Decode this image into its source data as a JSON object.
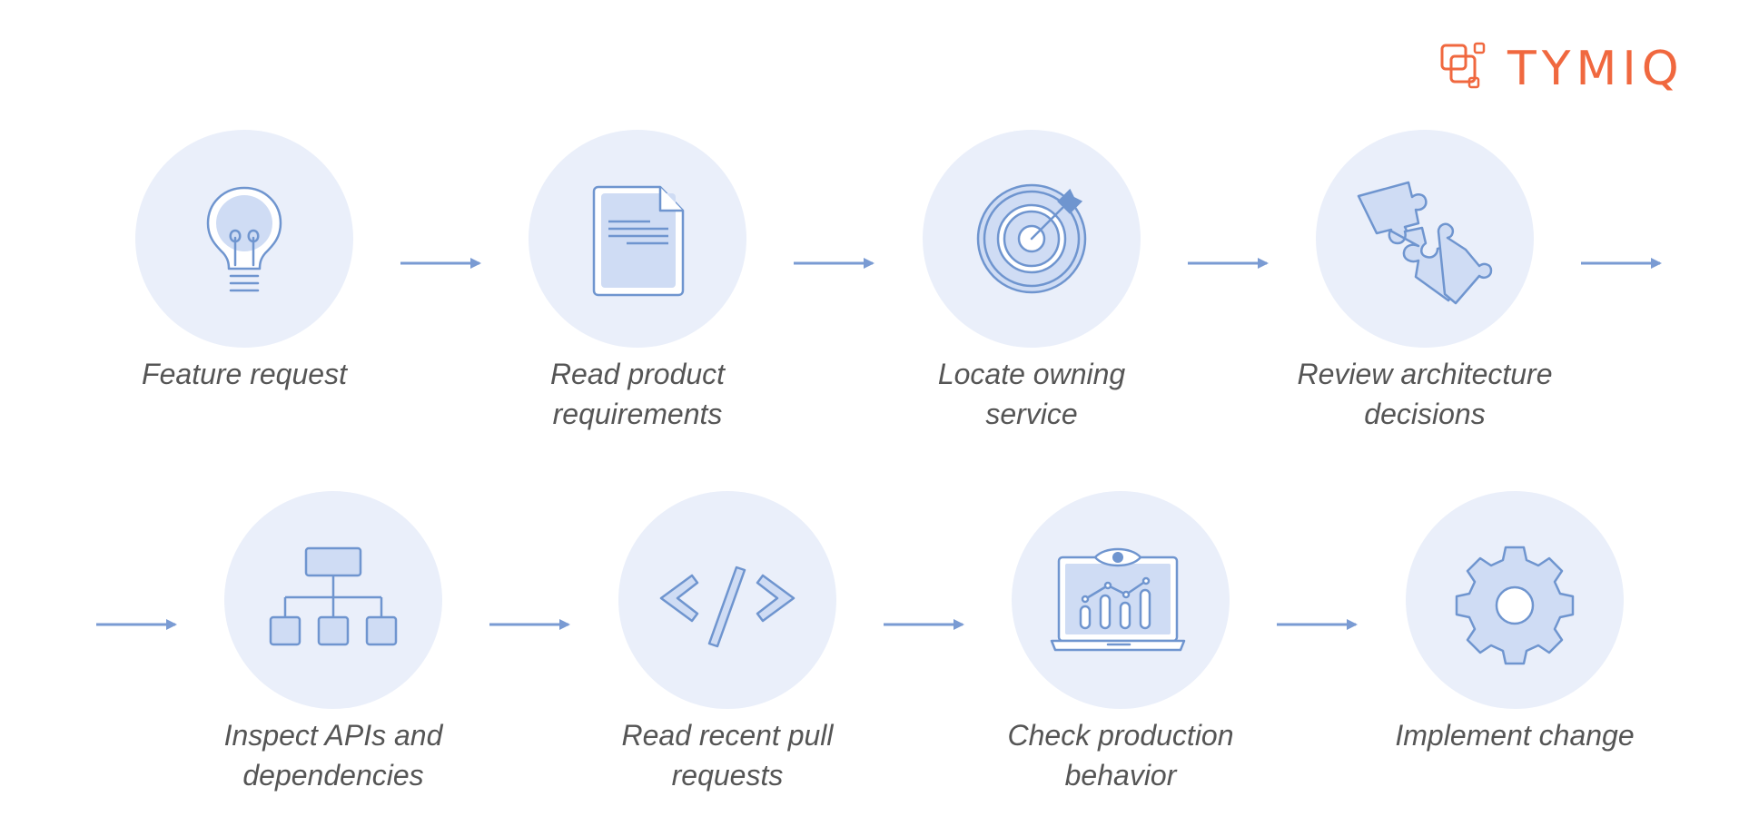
{
  "brand": {
    "name": "TYMIQ",
    "color": "#f0683f"
  },
  "colors": {
    "circle_fill": "#eaeffa",
    "icon_stroke": "#6f95cf",
    "icon_fill": "#cfdcf4",
    "arrow": "#7a9bd3",
    "label": "#555555"
  },
  "steps": [
    {
      "label": "Feature request",
      "icon": "lightbulb-icon"
    },
    {
      "label": "Read product\nrequirements",
      "icon": "document-icon"
    },
    {
      "label": "Locate owning\nservice",
      "icon": "target-icon"
    },
    {
      "label": "Review architecture\ndecisions",
      "icon": "puzzle-icon"
    },
    {
      "label": "Inspect APIs and\ndependencies",
      "icon": "hierarchy-icon"
    },
    {
      "label": "Read recent pull\nrequests",
      "icon": "code-icon"
    },
    {
      "label": "Check production\nbehavior",
      "icon": "laptop-analytics-icon"
    },
    {
      "label": "Implement change",
      "icon": "gear-icon"
    }
  ]
}
